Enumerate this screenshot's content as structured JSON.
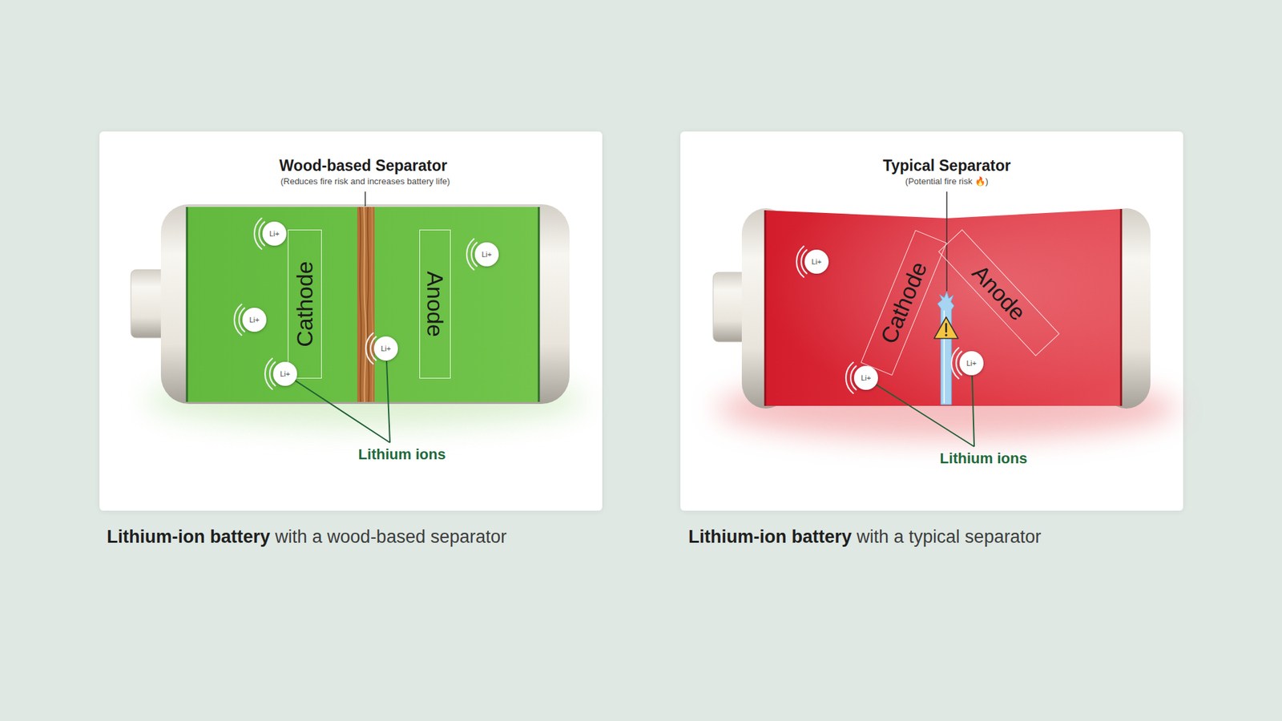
{
  "diagram": {
    "nodes": [
      {
        "text": [
          "Wood-based Separator",
          "(Reduces fire risk and increases battery life)"
        ]
      },
      {
        "text": [
          "Li+"
        ],
        "in": 0
      },
      {
        "text": [
          "Cathode"
        ],
        "in": 0
      },
      {
        "text": [
          "Anode"
        ],
        "in": 0
      },
      {
        "text": [
          "Li+"
        ],
        "in": 0
      },
      {
        "text": [
          "Li+"
        ],
        "in": 0
      },
      {
        "text": [
          "Li+"
        ],
        "in": 0
      },
      {
        "text": [
          "Li+"
        ],
        "in": 0
      },
      {
        "text": [
          "Typical Separator",
          "(Potential fire risk 🔥)"
        ]
      },
      {
        "text": [
          "Li+"
        ],
        "in": 8
      },
      {
        "text": [
          "Cathode"
        ],
        "in": 8
      },
      {
        "text": [
          "Anode"
        ],
        "in": 8
      },
      {
        "text": [
          "Li+"
        ],
        "in": 8
      },
      {
        "text": [
          "Li+"
        ],
        "in": 8
      }
    ],
    "labels": [
      "Lithium ions",
      "Lithium-ion battery",
      "with a wood-based separator",
      "Lithium ions",
      "Lithium-ion battery",
      "with a typical separator"
    ]
  }
}
